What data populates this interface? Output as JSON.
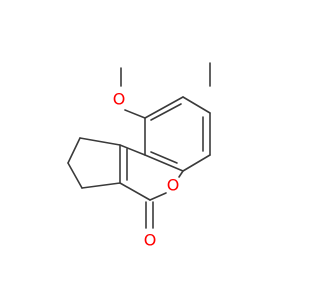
{
  "molecule": {
    "atoms": {
      "methoxy_oxygen": {
        "label": "O",
        "color": "#ff0000"
      },
      "ring_oxygen": {
        "label": "O",
        "color": "#ff0000"
      },
      "carbonyl_oxygen": {
        "label": "O",
        "color": "#ff0000"
      }
    },
    "bond_color": "#3a3a3a",
    "background": "#ffffff"
  }
}
